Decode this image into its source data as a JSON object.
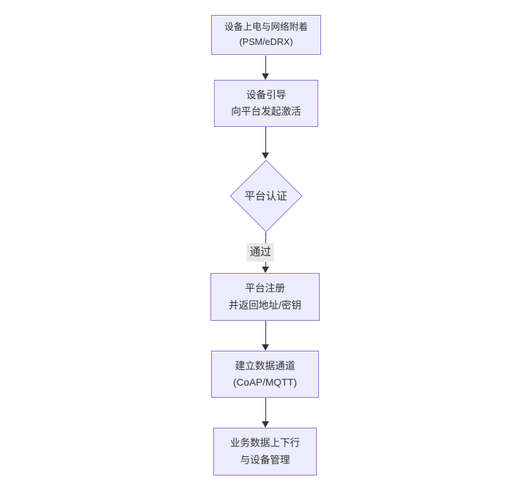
{
  "flowchart": {
    "colors": {
      "canvas_bg": "#ffffff",
      "node_fill": "#ECECFF",
      "node_border": "#9370DB",
      "text_color": "#333333",
      "arrow_color": "#333333",
      "edge_label_bg": "#e8e8e8"
    },
    "nodes": [
      {
        "id": "device-power-attach",
        "shape": "rect",
        "lines": [
          "设备上电与网络附着",
          "(PSM/eDRX)"
        ]
      },
      {
        "id": "device-bootstrap",
        "shape": "rect",
        "lines": [
          "设备引导",
          "向平台发起激活"
        ]
      },
      {
        "id": "platform-auth",
        "shape": "diamond",
        "lines": [
          "平台认证"
        ]
      },
      {
        "id": "platform-register",
        "shape": "rect",
        "lines": [
          "平台注册",
          "并返回地址/密钥"
        ]
      },
      {
        "id": "data-channel",
        "shape": "rect",
        "lines": [
          "建立数据通道",
          "(CoAP/MQTT)"
        ]
      },
      {
        "id": "business-data",
        "shape": "rect",
        "lines": [
          "业务数据上下行",
          "与设备管理"
        ]
      }
    ],
    "edge_label": {
      "text": "通过"
    }
  }
}
